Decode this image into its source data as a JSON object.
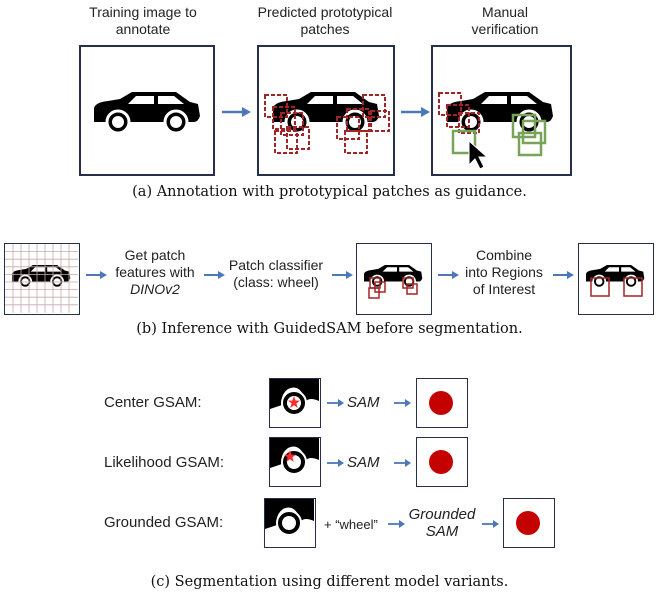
{
  "panel_a": {
    "labels": {
      "training": [
        "Training image to",
        "annotate"
      ],
      "predicted": [
        "Predicted prototypical",
        "patches"
      ],
      "manual": [
        "Manual",
        "verification"
      ]
    },
    "caption": "(a) Annotation with prototypical patches as guidance."
  },
  "panel_b": {
    "step1": [
      "Get patch",
      "features with",
      "DINOv2"
    ],
    "step2": [
      "Patch classifier",
      "(class: wheel)"
    ],
    "step3": [
      "Combine",
      "into Regions",
      "of Interest"
    ],
    "caption": "(b) Inference with GuidedSAM before segmentation."
  },
  "panel_c": {
    "rows": [
      {
        "label": "Center GSAM:",
        "model": "SAM"
      },
      {
        "label": "Likelihood GSAM:",
        "model": "SAM"
      },
      {
        "label": "Grounded GSAM:",
        "prompt": "+ “wheel”",
        "model": [
          "Grounded",
          "SAM"
        ]
      }
    ],
    "caption": "(c) Segmentation using different model variants."
  },
  "colors": {
    "frame": "#26304a",
    "arrow": "#4a78b8",
    "car": "#000000",
    "patch_red": "#a32424",
    "patch_green": "#7aa35a",
    "mask_red": "#c50000",
    "grid": "#c8a9ad",
    "star": "#ff2b2b"
  }
}
